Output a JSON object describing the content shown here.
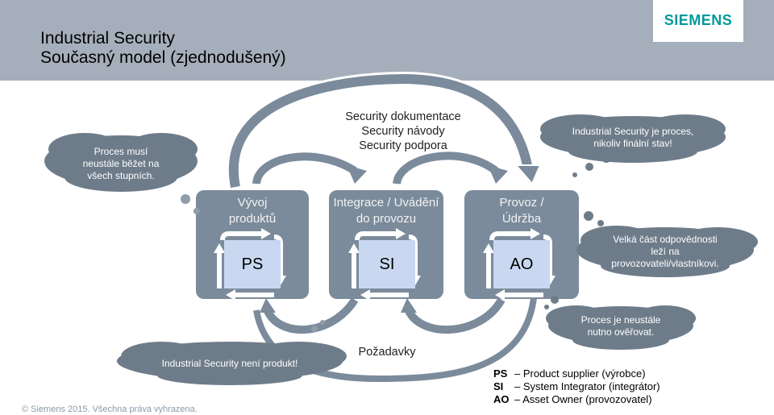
{
  "title": {
    "line1": "Industrial Security",
    "line2": "Současný model (zjednodušený)"
  },
  "logo": "SIEMENS",
  "top_text": [
    "Security dokumentace",
    "Security návody",
    "Security podpora"
  ],
  "boxes": [
    {
      "title_line1": "Vývoj",
      "title_line2": "produktů",
      "code": "PS"
    },
    {
      "title_line1": "Integrace / Uvádění",
      "title_line2": "do provozu",
      "code": "SI"
    },
    {
      "title_line1": "Provoz /",
      "title_line2": "Údržba",
      "code": "AO"
    }
  ],
  "clouds": {
    "left": [
      "Proces  musí",
      "neustále běžet na",
      "všech stupních."
    ],
    "top_right": [
      "Industrial Security je proces,",
      "nikoliv finální stav!"
    ],
    "mid_right": [
      "Velká část odpovědnosti",
      "leží na",
      "provozovateli/vlastníkovi."
    ],
    "low_right": [
      "Proces je neustále",
      "nutno ověřovat."
    ],
    "bottom_left": "Industrial Security není produkt!"
  },
  "bottom_label": "Požadavky",
  "legend": [
    {
      "abbr": "PS",
      "text": "– Product supplier (výrobce)"
    },
    {
      "abbr": "SI",
      "text": "– System Integrator (integrátor)"
    },
    {
      "abbr": "AO",
      "text": "– Asset Owner (provozovatel)"
    }
  ],
  "footer": "© Siemens 2015. Všechna práva vyhrazena.",
  "colors": {
    "header": "#a5afbb",
    "box": "#7b8b9b",
    "cloud": "#6e7c8a",
    "inner": "#c9d8f0",
    "brand": "#009999"
  }
}
